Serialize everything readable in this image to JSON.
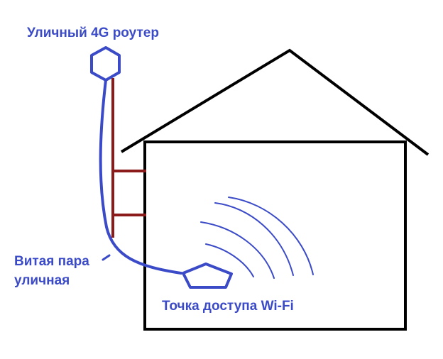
{
  "labels": {
    "router": "Уличный 4G роутер",
    "cable_line1": "Витая пара",
    "cable_line2": "уличная",
    "access_point": "Точка доступа Wi-Fi"
  },
  "colors": {
    "outline": "#000000",
    "label": "#3b4bc8",
    "mast": "#8b1a1a",
    "cable": "#3b4bc8"
  }
}
